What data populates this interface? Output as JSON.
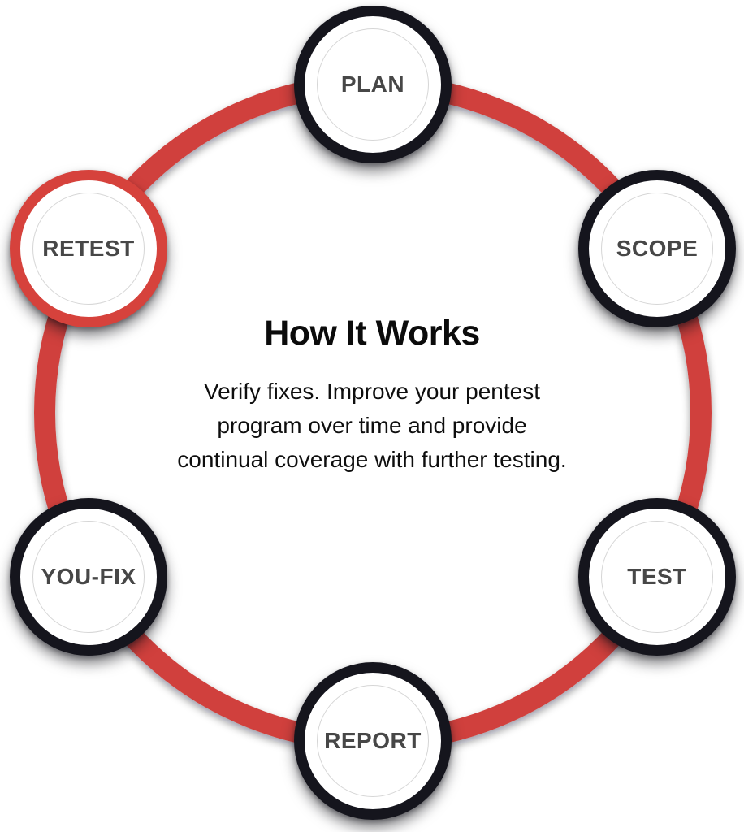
{
  "diagram": {
    "title": "How It Works",
    "description_lines": [
      "Verify fixes. Improve your pentest",
      "program over time and provide",
      "continual coverage with further testing."
    ],
    "steps": [
      {
        "label": "PLAN",
        "highlighted": false
      },
      {
        "label": "SCOPE",
        "highlighted": false
      },
      {
        "label": "TEST",
        "highlighted": false
      },
      {
        "label": "REPORT",
        "highlighted": false
      },
      {
        "label": "YOU-FIX",
        "highlighted": false
      },
      {
        "label": "RETEST",
        "highlighted": true
      }
    ],
    "colors": {
      "ring": "#D0413C",
      "node_border": "#15151D",
      "highlight_border": "#D6423C",
      "inner_circle": "#D6D6D6",
      "label": "#474747",
      "text": "#0E0E0E"
    }
  }
}
